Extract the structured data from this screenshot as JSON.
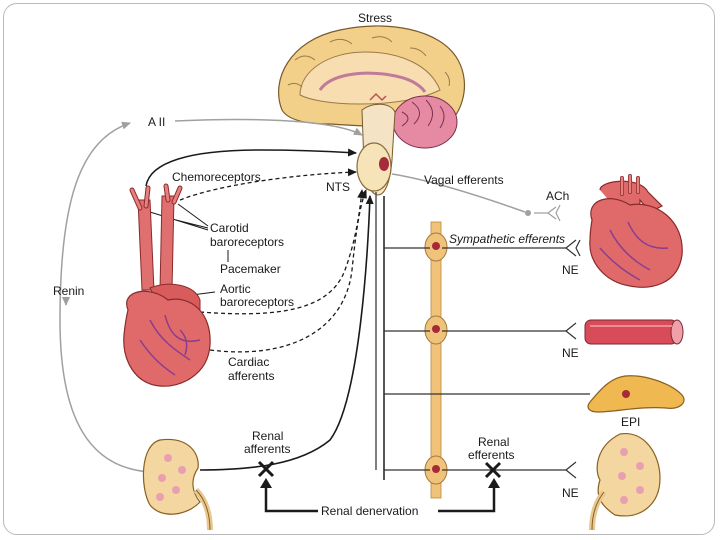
{
  "labels": {
    "stress": "Stress",
    "a2": "A II",
    "renin": "Renin",
    "chemoreceptors": "Chemoreceptors",
    "nts": "NTS",
    "vagal_efferents": "Vagal efferents",
    "ach": "ACh",
    "carotid_1": "Carotid",
    "carotid_2": "baroreceptors",
    "pacemaker": "Pacemaker",
    "aortic_1": "Aortic",
    "aortic_2": "baroreceptors",
    "cardiac_1": "Cardiac",
    "cardiac_2": "afferents",
    "sympathetic_efferents": "Sympathetic efferents",
    "ne_heart": "NE",
    "ne_vessel": "NE",
    "epi": "EPI",
    "renal_afferents_1": "Renal",
    "renal_afferents_2": "afferents",
    "renal_efferents_1": "Renal",
    "renal_efferents_2": "efferents",
    "ne_kidney": "NE",
    "renal_denervation": "Renal denervation"
  },
  "colors": {
    "brain_outer": "#f2d08a",
    "brain_inner": "#f7ddb0",
    "cerebellum": "#e58aa2",
    "heart": "#e06a6a",
    "heart_vein": "#8a3d8f",
    "chain": "#f0c27a",
    "kidney": "#f4d7a0",
    "arrow_gray": "#a0a0a0"
  }
}
